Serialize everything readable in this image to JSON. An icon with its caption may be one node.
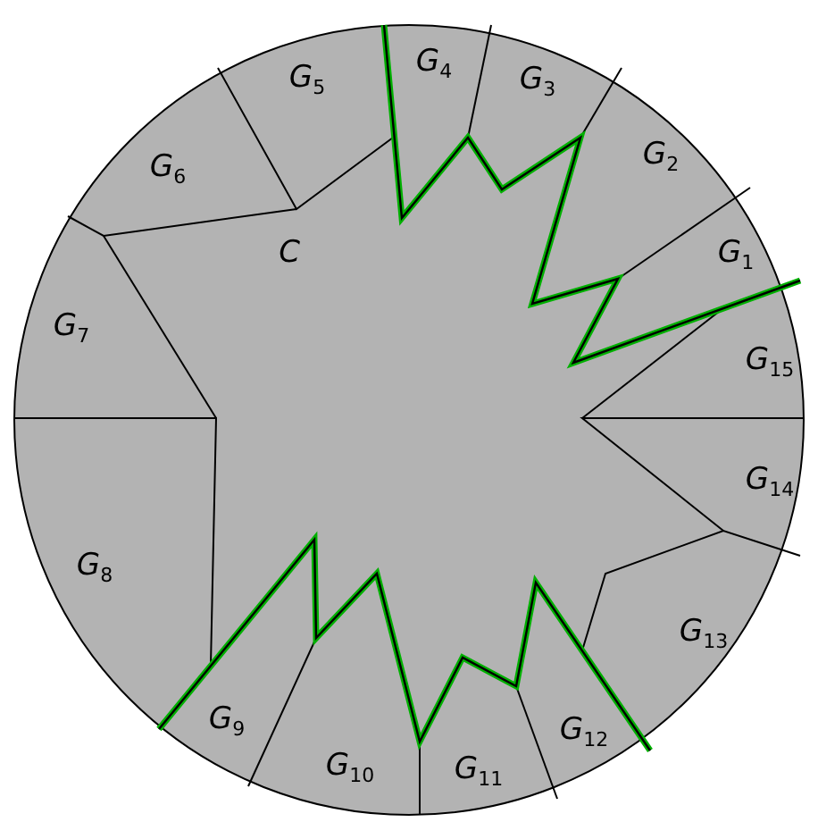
{
  "diagram": {
    "nodes": [
      {
        "text": [
          "G$_{5}$"
        ]
      },
      {
        "text": [
          "G$_{4}$"
        ]
      },
      {
        "text": [
          "G$_{3}$"
        ]
      },
      {
        "text": [
          "G$_{6}$"
        ]
      },
      {
        "text": [
          "G$_{2}$"
        ]
      },
      {
        "text": [
          "G$_{1}$"
        ]
      },
      {
        "text": [
          "C"
        ]
      },
      {
        "text": [
          "G$_{7}$"
        ]
      },
      {
        "text": [
          "G$_{15}$"
        ]
      },
      {
        "text": [
          "G$_{14}$"
        ]
      },
      {
        "text": [
          "G$_{8}$"
        ]
      },
      {
        "text": [
          "G$_{13}$"
        ]
      },
      {
        "text": [
          "G$_{9}$"
        ]
      },
      {
        "text": [
          "G$_{12}$"
        ]
      },
      {
        "text": [
          "G$_{10}$"
        ]
      },
      {
        "text": [
          "G$_{11}$"
        ]
      }
    ]
  }
}
